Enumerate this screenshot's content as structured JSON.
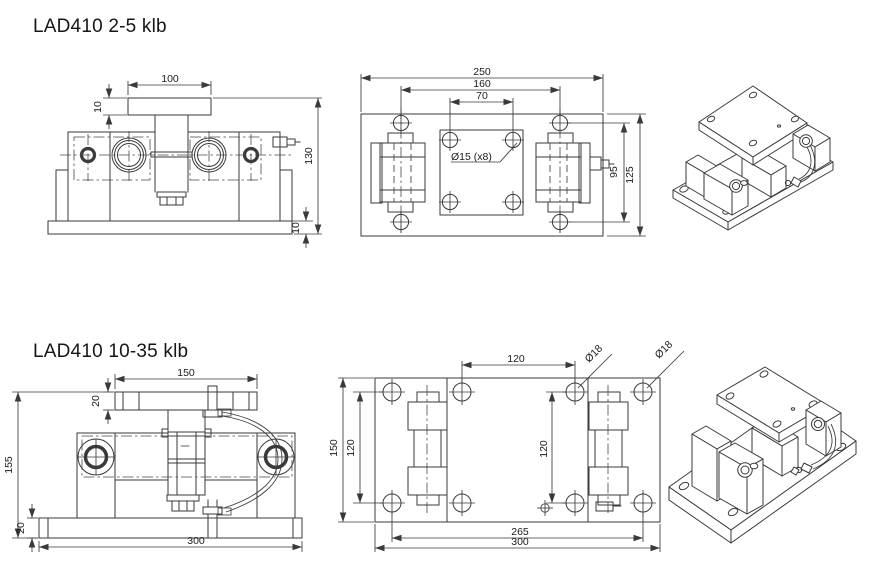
{
  "doc": {
    "background": "#ffffff",
    "line_color": "#3a3a3a",
    "text_color": "#1c1c1c"
  },
  "sections": [
    {
      "title": "LAD410 2-5 klb",
      "front_view": {
        "top_plate_width": "100",
        "top_plate_thickness": "10",
        "overall_height": "130",
        "base_thickness": "10"
      },
      "top_view": {
        "overall_width": "250",
        "mount_hole_spacing": "160",
        "plate_hole_spacing": "70",
        "hole_callout": "Ø15 (x8)",
        "inner_depth": "95",
        "overall_depth": "125"
      }
    },
    {
      "title": "LAD410 10-35 klb",
      "front_view": {
        "top_plate_width": "150",
        "top_plate_thickness": "20",
        "overall_height": "155",
        "base_thickness": "20",
        "base_width": "300"
      },
      "top_view": {
        "plate_hole_spacing": "120",
        "hole_callout_left": "Ø18",
        "hole_callout_right": "Ø18",
        "overall_depth": "150",
        "hole_row_depth": "120",
        "inner_hole_depth": "120",
        "mount_hole_spacing": "265",
        "overall_width": "300"
      }
    }
  ]
}
